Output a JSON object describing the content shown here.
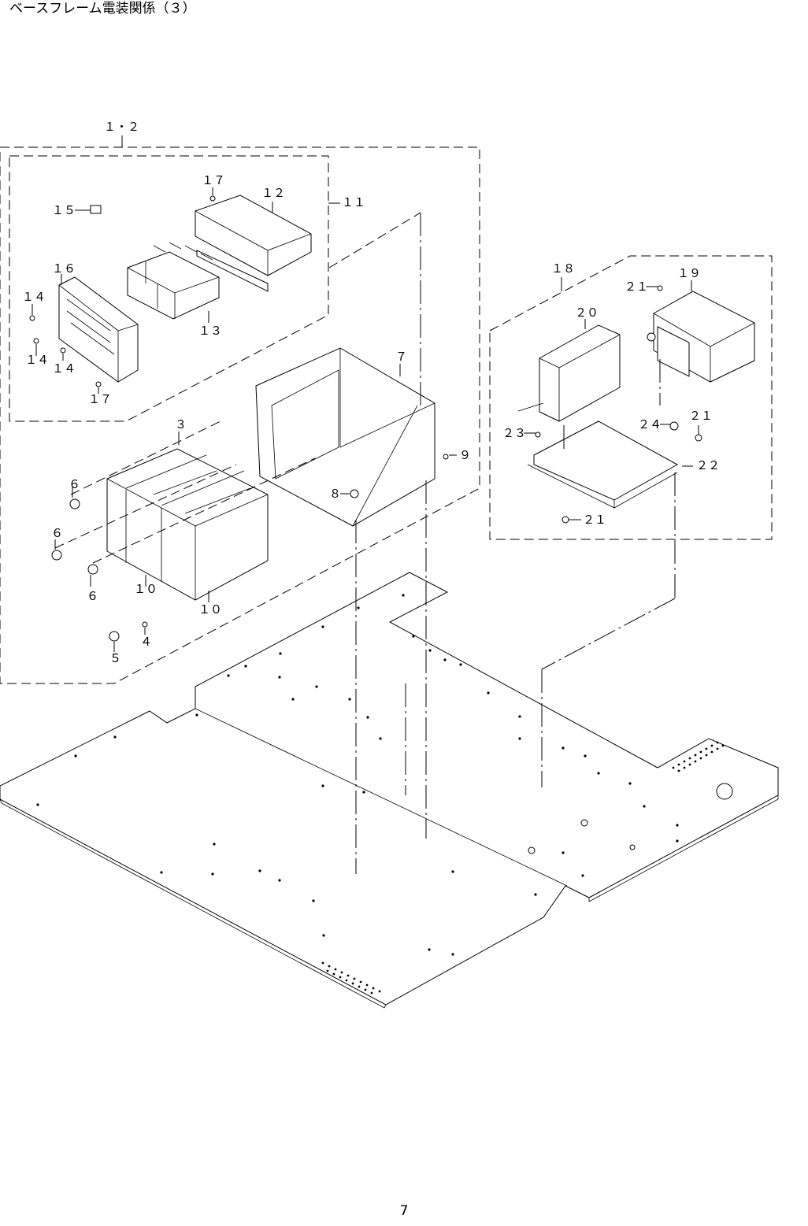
{
  "page": {
    "title": "ベースフレーム電装関係（３）",
    "number": "7"
  },
  "labels": {
    "l_1_2": "１・２",
    "l_11": "１１",
    "l_12": "１２",
    "l_13": "１３",
    "l_14a": "１４",
    "l_14b": "１４",
    "l_14c": "１４",
    "l_15": "１５",
    "l_16": "１６",
    "l_17a": "１７",
    "l_17b": "１７",
    "l_18": "１８",
    "l_19": "１９",
    "l_20": "２０",
    "l_21a": "２１",
    "l_21b": "２１",
    "l_21c": "２１",
    "l_22": "２２",
    "l_23": "２３",
    "l_24": "２４",
    "l_3": "３",
    "l_4": "４",
    "l_5": "５",
    "l_6a": "６",
    "l_6b": "６",
    "l_6c": "６",
    "l_7": "７",
    "l_8": "８",
    "l_9": "９",
    "l_10a": "１０",
    "l_10b": "１０"
  }
}
